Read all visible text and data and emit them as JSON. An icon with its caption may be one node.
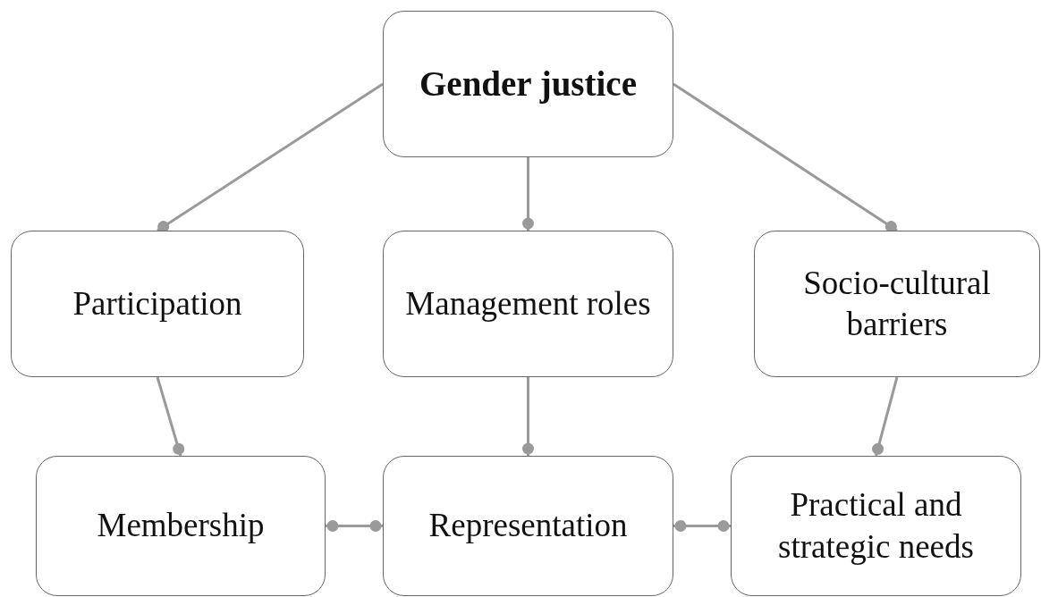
{
  "diagram": {
    "nodes": [
      {
        "text": [
          "Gender justice"
        ]
      },
      {
        "text": [
          "Participation"
        ]
      },
      {
        "text": [
          "Management roles"
        ]
      },
      {
        "text": [
          "Socio-cultural barriers"
        ]
      },
      {
        "text": [
          "Membership"
        ]
      },
      {
        "text": [
          "Representation"
        ]
      },
      {
        "text": [
          "Practical and strategic needs"
        ]
      }
    ],
    "edges": [
      {
        "from": 0,
        "to": 1,
        "arrow": "other"
      },
      {
        "from": 0,
        "to": 2,
        "arrow": "other"
      },
      {
        "from": 0,
        "to": 3,
        "arrow": "other"
      },
      {
        "from": 1,
        "to": 4,
        "arrow": "other"
      },
      {
        "from": 2,
        "to": 5,
        "arrow": "other"
      },
      {
        "from": 3,
        "to": 6,
        "arrow": "other"
      },
      {
        "from": 4,
        "to": 5,
        "arrow": "other"
      },
      {
        "from": 5,
        "to": 6,
        "arrow": "other"
      }
    ]
  }
}
